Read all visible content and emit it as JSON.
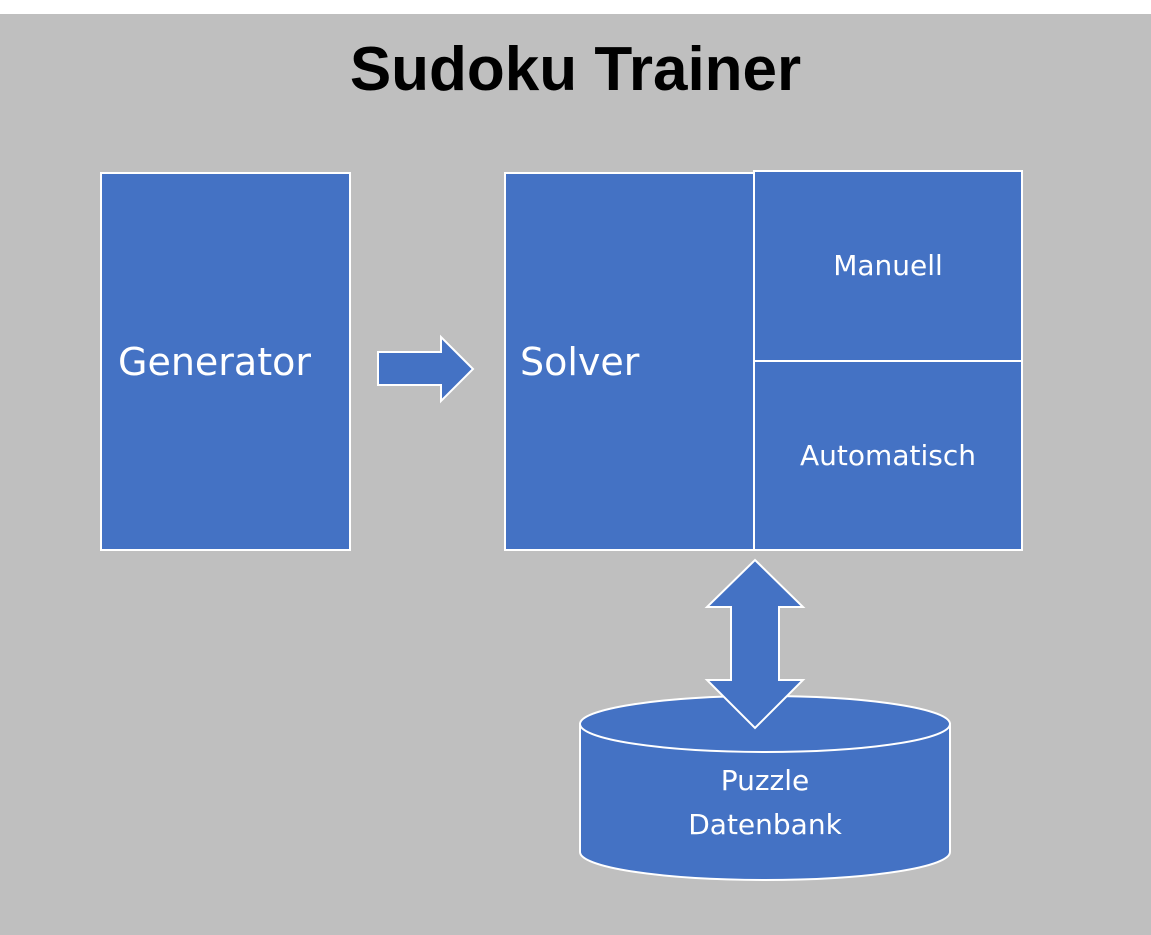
{
  "diagram": {
    "title": "Sudoku Trainer",
    "nodes": {
      "generator": "Generator",
      "solver": "Solver",
      "manual": "Manuell",
      "automatic": "Automatisch",
      "database": {
        "line1": "Puzzle",
        "line2": "Datenbank"
      }
    },
    "colors": {
      "background": "#bfbfbf",
      "box_fill": "#4472c4",
      "box_border": "#ffffff",
      "text": "#ffffff",
      "title_text": "#000000"
    }
  }
}
